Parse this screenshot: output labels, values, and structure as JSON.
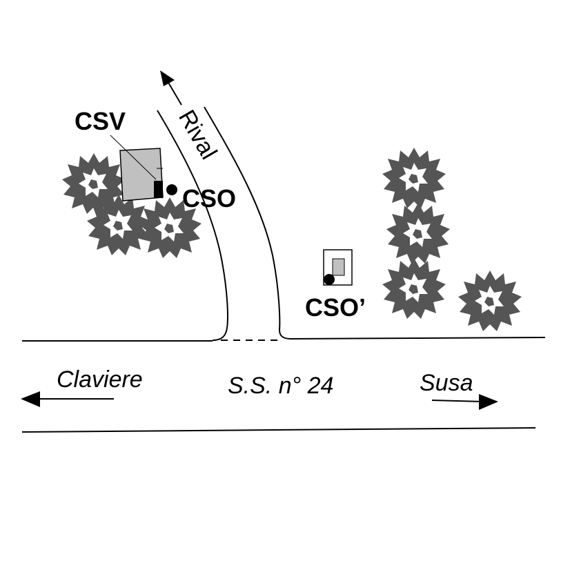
{
  "labels": {
    "csv": "CSV",
    "cso": "CSO",
    "cso_prime": "CSO’",
    "rival": "Rival",
    "claviere": "Claviere",
    "road": "S.S. n° 24",
    "susa": "Susa"
  },
  "colors": {
    "tree": "#555555",
    "building": "#c0c0c0",
    "ink": "#000000"
  },
  "icons": {
    "tree": "tree-icon",
    "building": "building-icon",
    "station": "station-dot-icon",
    "arrow": "arrow-icon"
  }
}
